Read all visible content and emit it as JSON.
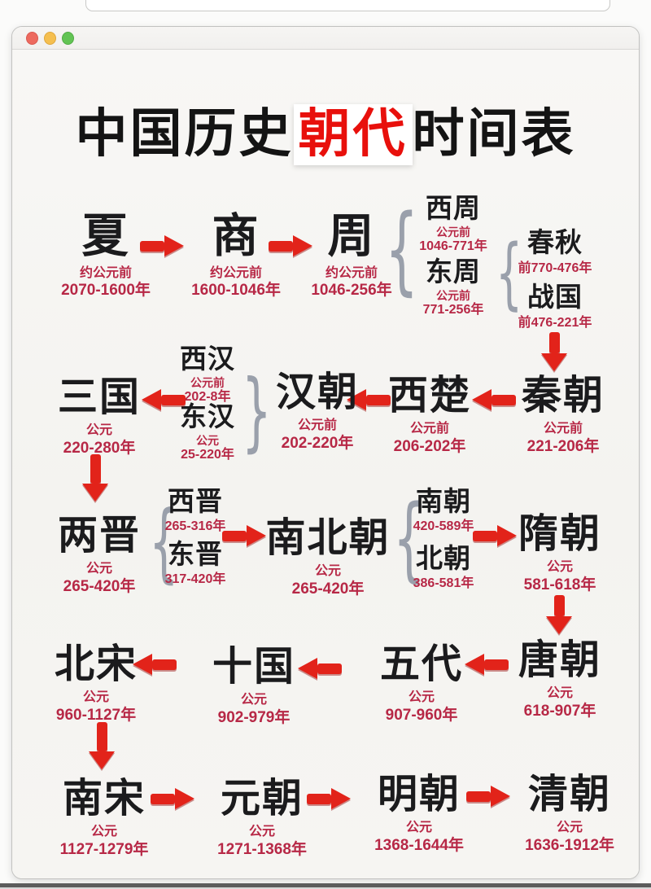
{
  "title": {
    "part1": "中国历史",
    "highlight": "朝代",
    "part2": "时间表"
  },
  "colors": {
    "title_highlight_red": "#e8100c",
    "date_text_red": "#b72846",
    "arrow_red": "#e2231a",
    "name_black": "#1b1b1d"
  },
  "window": {
    "controls": [
      "close",
      "minimize",
      "zoom"
    ]
  },
  "nodes": {
    "xia": {
      "name": "夏",
      "era": "约公元前",
      "years": "2070-1600年"
    },
    "shang": {
      "name": "商",
      "era": "约公元前",
      "years": "1600-1046年"
    },
    "zhou": {
      "name": "周",
      "era": "约公元前",
      "years": "1046-256年"
    },
    "xizhou": {
      "name": "西周",
      "era": "公元前",
      "years": "1046-771年"
    },
    "dongzhou": {
      "name": "东周",
      "era": "公元前",
      "years": "771-256年"
    },
    "chunqiu": {
      "name": "春秋",
      "years": "前770-476年"
    },
    "zhanguo": {
      "name": "战国",
      "years": "前476-221年"
    },
    "qin": {
      "name": "秦朝",
      "era": "公元前",
      "years": "221-206年"
    },
    "xichu": {
      "name": "西楚",
      "era": "公元前",
      "years": "206-202年"
    },
    "han": {
      "name": "汉朝",
      "era": "公元前",
      "years": "202-220年"
    },
    "xihan": {
      "name": "西汉",
      "era": "公元前",
      "years": "202-8年"
    },
    "donghan": {
      "name": "东汉",
      "era": "公元",
      "years": "25-220年"
    },
    "sanguo": {
      "name": "三国",
      "era": "公元",
      "years": "220-280年"
    },
    "liangjin": {
      "name": "两晋",
      "era": "公元",
      "years": "265-420年"
    },
    "xijin": {
      "name": "西晋",
      "years": "265-316年"
    },
    "dongjin": {
      "name": "东晋",
      "years": "317-420年"
    },
    "nanbeichao": {
      "name": "南北朝",
      "era": "公元",
      "years": "265-420年"
    },
    "nanchao": {
      "name": "南朝",
      "years": "420-589年"
    },
    "beichao": {
      "name": "北朝",
      "years": "386-581年"
    },
    "sui": {
      "name": "隋朝",
      "era": "公元",
      "years": "581-618年"
    },
    "tang": {
      "name": "唐朝",
      "era": "公元",
      "years": "618-907年"
    },
    "wudai": {
      "name": "五代",
      "era": "公元",
      "years": "907-960年"
    },
    "shiguo": {
      "name": "十国",
      "era": "公元",
      "years": "902-979年"
    },
    "beisong": {
      "name": "北宋",
      "era": "公元",
      "years": "960-1127年"
    },
    "nansong": {
      "name": "南宋",
      "era": "公元",
      "years": "1127-1279年"
    },
    "yuan": {
      "name": "元朝",
      "era": "公元",
      "years": "1271-1368年"
    },
    "ming": {
      "name": "明朝",
      "era": "公元",
      "years": "1368-1644年"
    },
    "qing": {
      "name": "清朝",
      "era": "公元",
      "years": "1636-1912年"
    }
  },
  "glyphs": {
    "brace_open": "{",
    "brace_close": "}"
  }
}
